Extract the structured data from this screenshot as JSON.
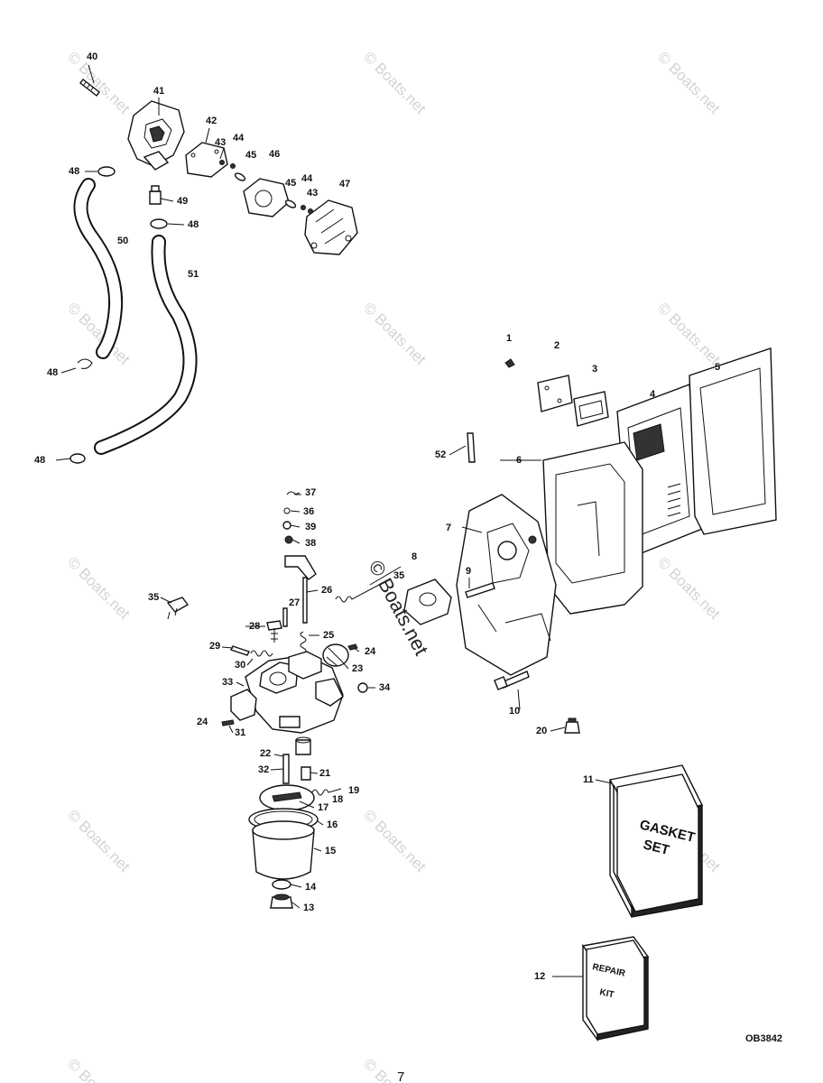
{
  "diagram": {
    "drawing_code": "OB3842",
    "page_number": "7",
    "watermark_text": "© Boats.net",
    "gasket_set_label": "GASKET SET",
    "repair_kit_label": "REPAIR KIT",
    "callouts": [
      "1",
      "2",
      "3",
      "4",
      "5",
      "6",
      "7",
      "8",
      "9",
      "10",
      "11",
      "12",
      "13",
      "14",
      "15",
      "16",
      "17",
      "18",
      "19",
      "20",
      "21",
      "22",
      "23",
      "24",
      "25",
      "26",
      "27",
      "28",
      "29",
      "30",
      "31",
      "32",
      "33",
      "34",
      "35",
      "36",
      "37",
      "38",
      "39",
      "40",
      "41",
      "42",
      "43",
      "44",
      "45",
      "46",
      "47",
      "48",
      "49",
      "50",
      "51",
      "52"
    ]
  }
}
